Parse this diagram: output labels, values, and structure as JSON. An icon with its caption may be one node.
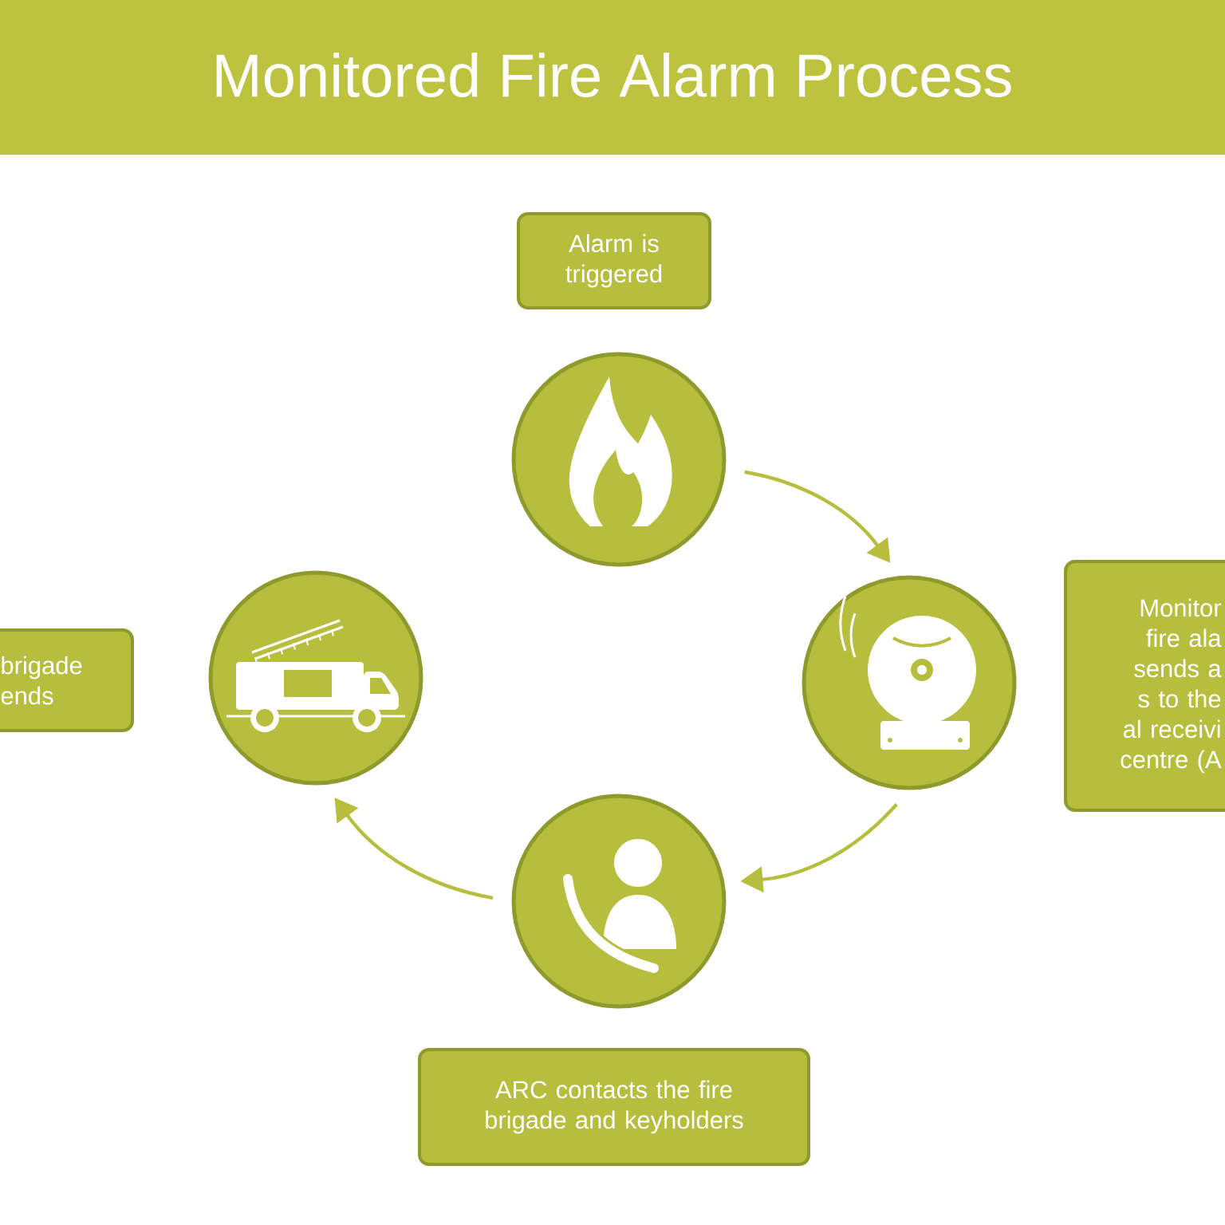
{
  "diagram": {
    "title": "Monitored Fire Alarm Process",
    "nodes": [
      {
        "text": [
          "Alarm is triggered"
        ]
      },
      {
        "text": [],
        "shape": "circle"
      },
      {
        "text": [
          "brigade ends"
        ]
      },
      {
        "text": [],
        "shape": "circle"
      },
      {
        "text": [],
        "shape": "circle"
      },
      {
        "text": [
          "Monitor fire ala sends a s to the al receivi centre (A"
        ]
      },
      {
        "text": [],
        "shape": "circle"
      },
      {
        "text": [
          "ARC contacts the fire brigade and keyholders"
        ]
      }
    ],
    "edges": [
      {
        "from": 1,
        "to": 4,
        "arrow": "to"
      },
      {
        "from": 4,
        "to": 6,
        "arrow": "to"
      },
      {
        "from": 6,
        "to": 3,
        "arrow": "to"
      }
    ]
  }
}
